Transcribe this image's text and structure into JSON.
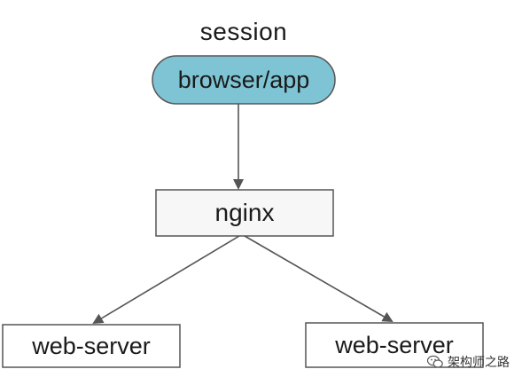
{
  "title": "session",
  "nodes": {
    "client": {
      "label": "browser/app",
      "fill": "#7ec4d4",
      "shape": "rounded-pill"
    },
    "proxy": {
      "label": "nginx",
      "fill": "#f7f7f7",
      "shape": "rectangle"
    },
    "server_left": {
      "label": "web-server",
      "fill": "#ffffff",
      "shape": "rectangle"
    },
    "server_right": {
      "label": "web-server",
      "fill": "#ffffff",
      "shape": "rectangle"
    }
  },
  "edges": [
    {
      "from": "client",
      "to": "proxy"
    },
    {
      "from": "proxy",
      "to": "server_left"
    },
    {
      "from": "proxy",
      "to": "server_right"
    }
  ],
  "colors": {
    "stroke": "#555555",
    "client_fill": "#7ec4d4",
    "text": "#1a1a1a"
  },
  "watermark": {
    "text": "架构师之路",
    "icon": "wechat-icon"
  }
}
